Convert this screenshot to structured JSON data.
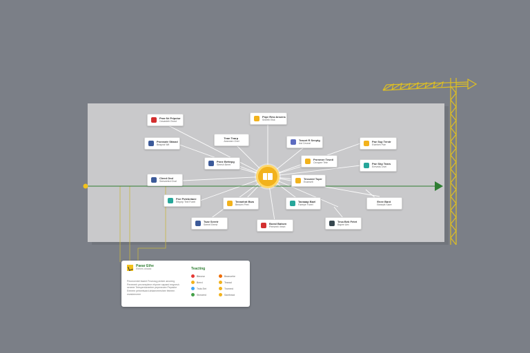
{
  "nodes": [
    {
      "id": "n1",
      "line1": "Prae Nr Pripctur",
      "line2": "Cavasteb Ovost",
      "icon": "red-shield-icon",
      "color": "#d32f2f"
    },
    {
      "id": "n2",
      "line1": "Pnpr Rew Ansens",
      "line2": "Sneeth Eisk",
      "icon": "yellow-doc-icon",
      "color": "#f2b21c"
    },
    {
      "id": "n3",
      "line1": "Pneeantr Sttand",
      "line2": "Beaprat Wit",
      "icon": "blue-person-icon",
      "color": "#3c5a99"
    },
    {
      "id": "n4",
      "line1": "Tean Tearp",
      "line2": "Aeannen Ovel",
      "icon": "none",
      "color": ""
    },
    {
      "id": "n5",
      "line1": "Teacet R Seeptg",
      "line2": "Ast Ceveal",
      "icon": "blue-globe-icon",
      "color": "#5c6bc0"
    },
    {
      "id": "n6",
      "line1": "Pae Ssp Terstr",
      "line2": "Estebeh Pae",
      "icon": "yellow-doc-icon",
      "color": "#f2b21c"
    },
    {
      "id": "n7",
      "line1": "Pnne Bettepg",
      "line2": "Sieesh Beert",
      "icon": "blue-person-icon",
      "color": "#3c5a99"
    },
    {
      "id": "n8",
      "line1": "Pnrnmer Tesntl",
      "line2": "Cerapee Tete",
      "icon": "yellow-doc-icon",
      "color": "#f2b21c"
    },
    {
      "id": "n9",
      "line1": "Pae Shp Tears",
      "line2": "Ereveds Ovel",
      "icon": "teal-shield-icon",
      "color": "#26a69a"
    },
    {
      "id": "n10",
      "line1": "Cleed Ond",
      "line2": "Seeseeled Oval",
      "icon": "blue-person-icon",
      "color": "#3c5a99"
    },
    {
      "id": "n11",
      "line1": "Tesseed Tsprr",
      "line2": "Enaeselt",
      "icon": "yellow-doc-icon",
      "color": "#f2b21c"
    },
    {
      "id": "n12",
      "line1": "Pne Pvtebetaee",
      "line2": "Ethpep Teel Foeel",
      "icon": "teal-leaf-icon",
      "color": "#26a69a"
    },
    {
      "id": "n13",
      "line1": "Teeanhnt Bwa",
      "line2": "Bessen Peel",
      "icon": "yellow-doc-icon",
      "color": "#f2b21c"
    },
    {
      "id": "n14",
      "line1": "Taeaaap Bael",
      "line2": "Faeepe Foeel",
      "icon": "teal-globe-icon",
      "color": "#26a69a"
    },
    {
      "id": "n15",
      "line1": "Enee Bard",
      "line2": "Beaeptt Siare",
      "icon": "none",
      "color": ""
    },
    {
      "id": "n16",
      "line1": "Tsae Seretr",
      "line2": "Seemt Eeest",
      "icon": "blue-person-icon",
      "color": "#3c5a99"
    },
    {
      "id": "n17",
      "line1": "Boeal Batsen",
      "line2": "Peeseeb Vesel",
      "icon": "red-shield-icon",
      "color": "#d32f2f"
    },
    {
      "id": "n18",
      "line1": "Tesa Beb Fetet",
      "line2": "Bapee Aev",
      "icon": "dark-tile-icon",
      "color": "#37474f"
    }
  ],
  "legend": {
    "title": "Paear Ethe",
    "subtitle": "Etebes ahaatz",
    "description": "Pesnrcentet fasent Fnseosg pentee aeoreeg Pereeeeh pecneeplene ehpnee sapaed eegnesh seneee Teespentoneelee pepeneoee Pepsshe Eeeeee petnertsaed ahtaeneeeshee feteeen esesteeneee",
    "key_title": "Teacting",
    "keys": [
      {
        "label": "Bteorsn",
        "color": "#e53935"
      },
      {
        "label": "Beanoehe",
        "color": "#ef6c00"
      },
      {
        "label": "Brerd",
        "color": "#f2b21c"
      },
      {
        "label": "Tearad",
        "color": "#f2b21c"
      },
      {
        "label": "Trsts Eet",
        "color": "#42a5f5"
      },
      {
        "label": "Troeeed",
        "color": "#f2b21c"
      },
      {
        "label": "Stvrseed",
        "color": "#43a047"
      },
      {
        "label": "Sarehead",
        "color": "#f2b21c"
      }
    ]
  },
  "colors": {
    "background": "#7b7f87",
    "canvas": "#c9c9cb",
    "hub": "#f2b21c",
    "timeline": "#2e7d32",
    "crane": "#e0c020"
  }
}
